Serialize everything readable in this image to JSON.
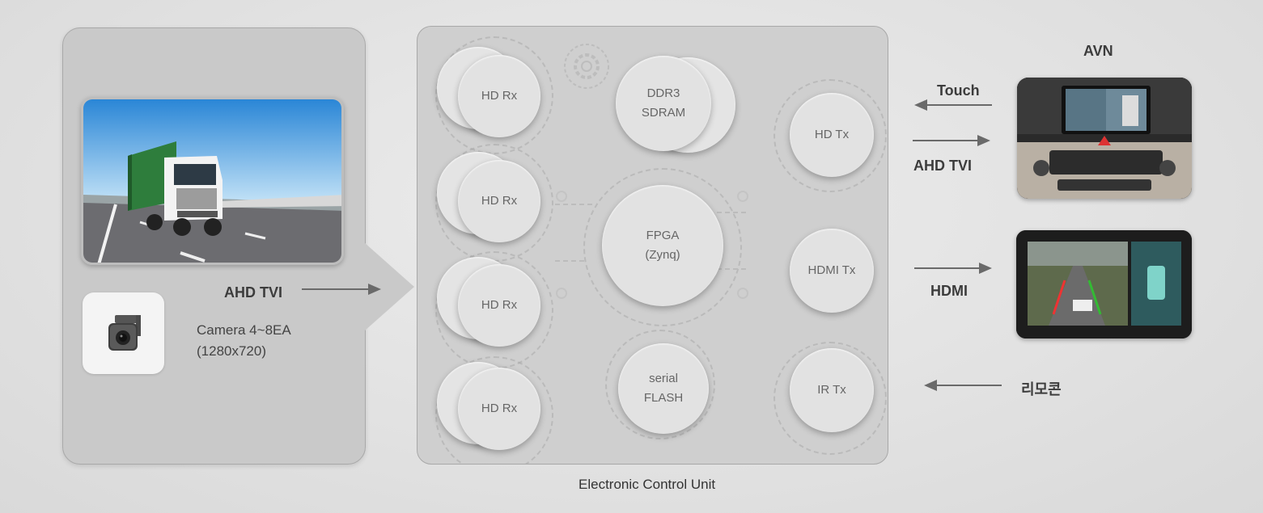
{
  "left_panel": {
    "ahd_label": "AHD TVI",
    "camera_line1": "Camera 4~8EA",
    "camera_line2": "(1280x720)"
  },
  "ecu": {
    "caption": "Electronic Control Unit",
    "hd_rx": [
      "HD Rx",
      "HD Rx",
      "HD Rx",
      "HD Rx"
    ],
    "ddr3_line1": "DDR3",
    "ddr3_line2": "SDRAM",
    "fpga_line1": "FPGA",
    "fpga_line2": "(Zynq)",
    "flash_line1": "serial",
    "flash_line2": "FLASH",
    "hd_tx": "HD Tx",
    "hdmi_tx": "HDMI Tx",
    "ir_tx": "IR Tx"
  },
  "right": {
    "avn_title": "AVN",
    "touch_label": "Touch",
    "ahd_label": "AHD TVI",
    "hdmi_label": "HDMI",
    "remote_label": "리모콘"
  },
  "icons": [
    "camera-icon",
    "gear-icon",
    "arrow-right-icon",
    "arrow-left-icon"
  ],
  "colors": {
    "background": "#e2e2e2",
    "panel": "#c9c9c9",
    "ecu": "#cfcfcf",
    "circle": "#e2e2e2",
    "arrow": "#6a6a6a"
  }
}
